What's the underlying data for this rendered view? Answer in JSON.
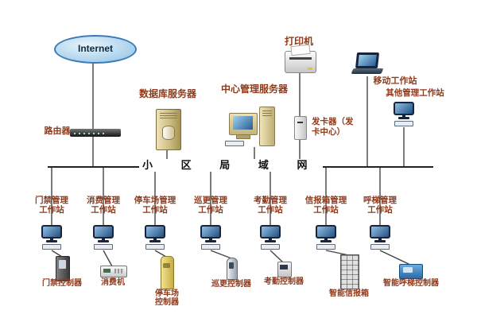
{
  "colors": {
    "label": "#8e3a1c",
    "line": "#444444",
    "screen_blue": "#2a5b92",
    "lan_text": "#111111"
  },
  "top": {
    "internet": "Internet",
    "router": "路由器",
    "db_server": "数据库服务器",
    "central_server": "中心管理服务器",
    "printer": "打印机",
    "card_issuer": "发卡器（发卡中心）",
    "mobile_ws": "移动工作站",
    "other_ws": "其他管理工作站",
    "lan": "小 区 局 域 网"
  },
  "columns": [
    {
      "ws1": "门禁管理",
      "ws2": "工作站",
      "dev1": "门禁控制器",
      "dev2": ""
    },
    {
      "ws1": "消费管理",
      "ws2": "工作站",
      "dev1": "消费机",
      "dev2": ""
    },
    {
      "ws1": "停车场管理",
      "ws2": "工作站",
      "dev1": "停车场",
      "dev2": "控制器"
    },
    {
      "ws1": "巡更管理",
      "ws2": "工作站",
      "dev1": "巡更控制器",
      "dev2": ""
    },
    {
      "ws1": "考勤管理",
      "ws2": "工作站",
      "dev1": "考勤控制器",
      "dev2": ""
    },
    {
      "ws1": "信报箱管理",
      "ws2": "工作站",
      "dev1": "智能信报箱",
      "dev2": ""
    },
    {
      "ws1": "呼梯管理",
      "ws2": "工作站",
      "dev1": "智能呼梯控制器",
      "dev2": ""
    }
  ]
}
